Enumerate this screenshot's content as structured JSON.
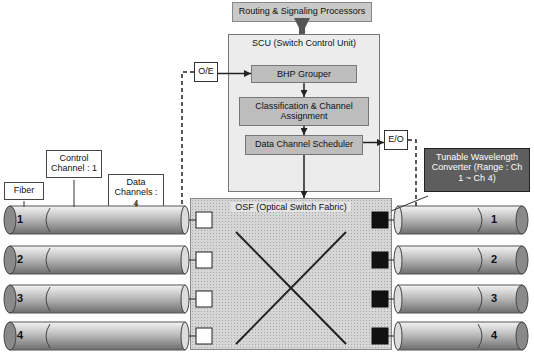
{
  "diagram": {
    "nodes": [
      {
        "text": [
          "Routing & Signaling Processors"
        ]
      },
      {
        "text": [
          "SCU (Switch Control Unit)"
        ]
      },
      {
        "text": [
          "BHP Grouper"
        ],
        "in": 1
      },
      {
        "text": [
          "Classification & Channel Assignment"
        ],
        "in": 1
      },
      {
        "text": [
          "Data Channel Scheduler"
        ],
        "in": 1
      },
      {
        "text": [
          "O/E"
        ]
      },
      {
        "text": [
          "E/O"
        ]
      },
      {
        "text": [
          "OSF (Optical Switch Fabric)"
        ]
      },
      {
        "text": [
          "Fiber"
        ]
      },
      {
        "text": [
          "Control Channel : 1"
        ]
      },
      {
        "text": [
          "Data Channels : 4"
        ]
      },
      {
        "text": [
          "Tunable Wavelength Converter (Range : Ch 1 ~ Ch 4)"
        ]
      }
    ],
    "edges": [
      {
        "from": 0,
        "to": 1,
        "arrow": "to"
      },
      {
        "from": 5,
        "to": 2,
        "arrow": "to"
      },
      {
        "from": 2,
        "to": 3,
        "arrow": "to"
      },
      {
        "from": 3,
        "to": 4,
        "arrow": "to"
      },
      {
        "from": 4,
        "to": 7,
        "arrow": "to"
      },
      {
        "from": 4,
        "to": 6,
        "arrow": "to"
      }
    ],
    "labels": [
      "1",
      "2",
      "3",
      "4",
      "1",
      "2",
      "3",
      "4"
    ]
  }
}
